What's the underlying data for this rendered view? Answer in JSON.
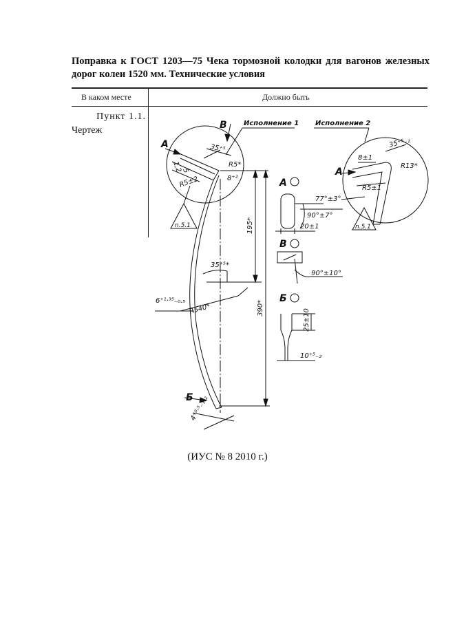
{
  "document": {
    "title": "Поправка к ГОСТ 1203—75 Чека тормозной колодки для вагонов железных дорог колеи 1520 мм. Технические условия",
    "table": {
      "col1_header": "В каком месте",
      "col2_header": "Должно быть",
      "rows": [
        {
          "place_line1": "Пункт 1.1.",
          "place_line2": "Чертеж"
        }
      ]
    },
    "drawing": {
      "variant1_label": "Исполнение 1",
      "variant2_label": "Исполнение 2",
      "view_a": "А",
      "view_b": "Б",
      "view_v": "В",
      "view_a_rot": "А",
      "view_v_rot": "В",
      "view_b_rot": "Б",
      "dim_35_5": "35⁺⁵",
      "dim_r5": "R5*",
      "dim_r5_2": "R5±2",
      "dim_8_2": "8⁺²",
      "dim_1_2": "1,2",
      "dim_5": "5",
      "dim_195": "195*",
      "dim_390": "390*",
      "dim_35_5_mid": "35⁺⁵*",
      "dim_r540": "R540*",
      "dim_6": "6⁺¹·³⁵₋₀.₅",
      "dim_4": "4⁺⁰·⁵₋₁.₂",
      "dim_8_1": "8±1",
      "dim_35_v2": "35⁺⁵₋₂",
      "dim_r13": "R13*",
      "dim_r5_1": "R5±1",
      "dim_77": "77°±3°",
      "dim_90_7": "90°±7°",
      "dim_20": "20±1",
      "dim_90_10": "90°±10°",
      "dim_25": "25±10",
      "dim_10": "10⁺⁵₋₂",
      "roughness": "n.5.1"
    },
    "footer": "(ИУС № 8 2010 г.)"
  }
}
